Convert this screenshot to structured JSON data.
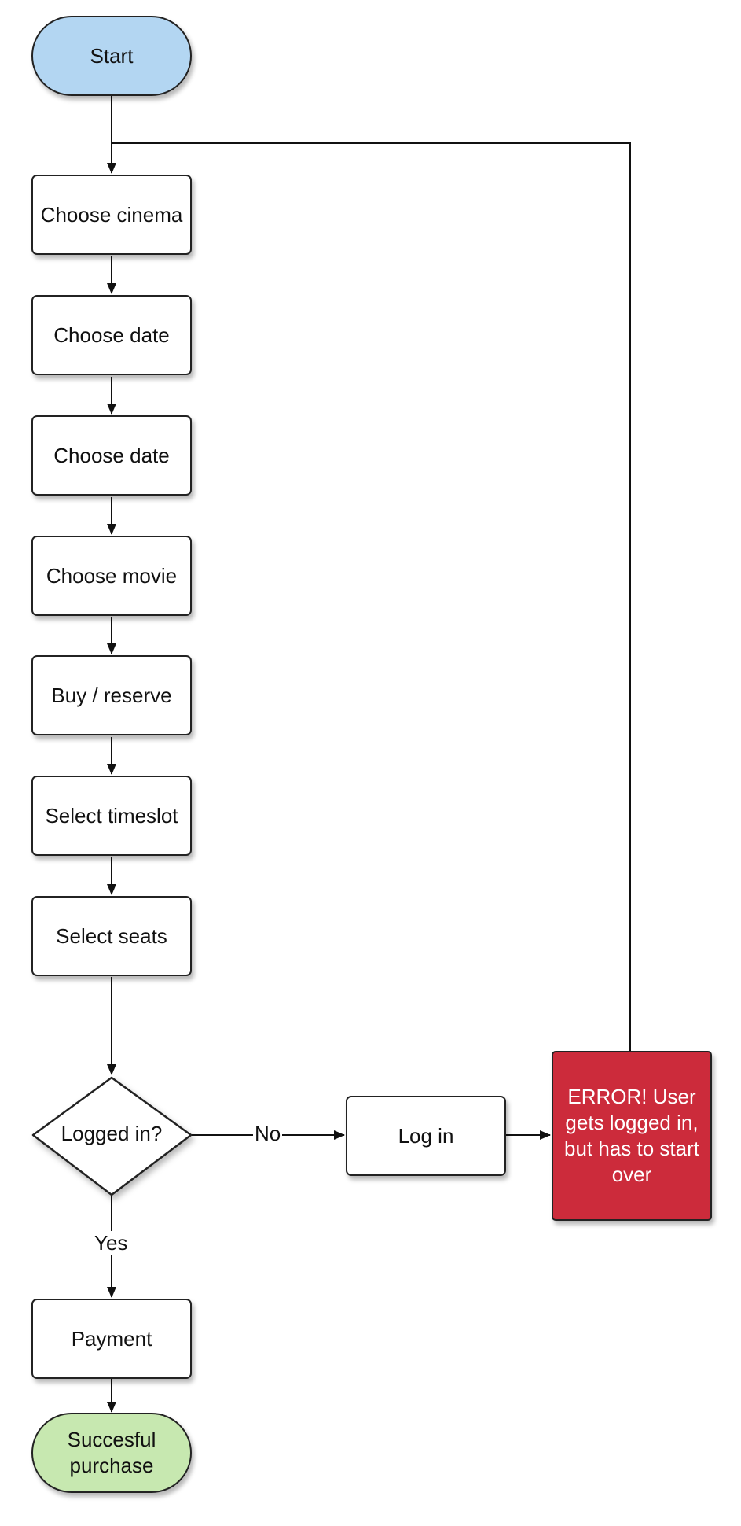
{
  "flow": {
    "start": "Start",
    "choose_cinema": "Choose cinema",
    "choose_date_1": "Choose date",
    "choose_date_2": "Choose date",
    "choose_movie": "Choose movie",
    "buy_reserve": "Buy / reserve",
    "select_timeslot": "Select timeslot",
    "select_seats": "Select seats",
    "decision": "Logged in?",
    "no_label": "No",
    "yes_label": "Yes",
    "log_in": "Log in",
    "error": "ERROR! User gets logged in, but has to start over",
    "payment": "Payment",
    "end": "Succesful purchase"
  },
  "colors": {
    "start_fill": "#b3d6f2",
    "end_fill": "#c7e8b0",
    "error_fill": "#cc2b3b",
    "line": "#111111"
  }
}
